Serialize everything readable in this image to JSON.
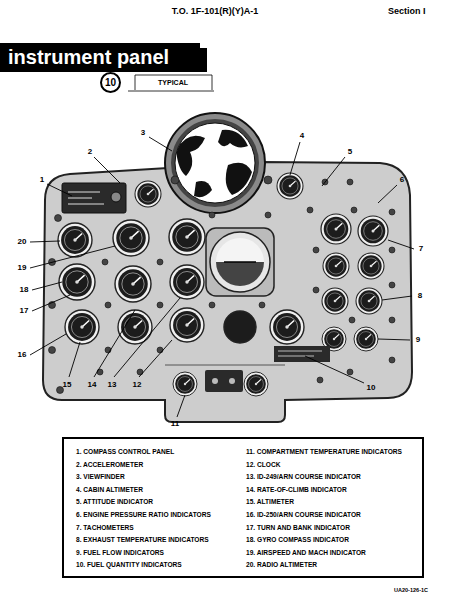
{
  "diagram": {
    "title": "instrument panel",
    "nodes": [
      {
        "text": [
          "10"
        ]
      },
      {
        "text": [
          "1. COMPASS CONTROL PANEL",
          "2. ACCELEROMETER",
          "3. VIEWFINDER",
          "4. CABIN ALTIMETER",
          "5. ATTITUDE INDICATOR",
          "6. ENGINE PRESSURE RATIO INDICATORS",
          "7. TACHOMETERS",
          "8. EXHAUST TEMPERATURE INDICATORS",
          "9. FUEL FLOW INDICATORS",
          "10. FUEL QUANTITY INDICATORS",
          "11. COMPARTMENT TEMPERATURE INDICATORS",
          "12. CLOCK",
          "13. ID-249/ARN COURSE INDICATOR",
          "14. RATE-OF-CLIMB INDICATOR",
          "15. ALTIMETER",
          "16. ID-250/ARN COURSE INDICATOR",
          "17. TURN AND BANK INDICATOR",
          "18. GYRO COMPASS INDICATOR",
          "19. AIRSPEED AND MACH INDICATOR",
          "20. RADIO ALTIMETER"
        ]
      }
    ],
    "labels": [
      "T.O. 1F-101(R)(Y)A-1",
      "Section I",
      "TYPICAL",
      "1",
      "2",
      "3",
      "4",
      "5",
      "6",
      "7",
      "8",
      "9",
      "10",
      "11",
      "12",
      "13",
      "14",
      "15",
      "16",
      "17",
      "18",
      "19",
      "20",
      "UA20-126-1C"
    ]
  }
}
